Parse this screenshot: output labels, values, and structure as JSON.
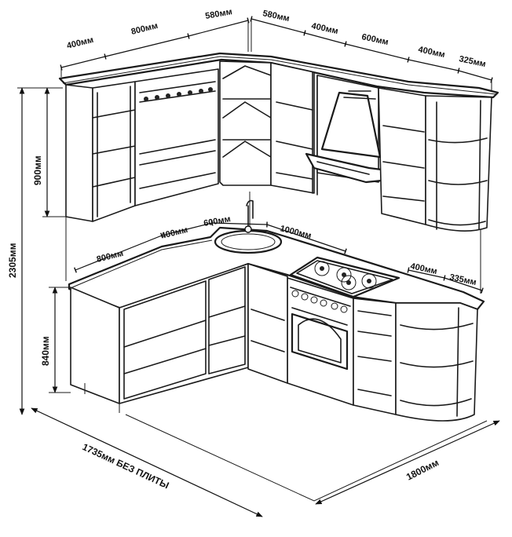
{
  "dimensions": {
    "top_400_left": "400мм",
    "top_800": "800мм",
    "top_580_left": "580мм",
    "top_580_right": "580мм",
    "top_400_mid": "400мм",
    "top_600": "600мм",
    "top_400_right": "400мм",
    "top_325": "325мм",
    "height_900": "900мм",
    "height_2305": "2305мм",
    "height_840": "840мм",
    "counter_800": "800мм",
    "counter_400": "400мм",
    "counter_600": "600мм",
    "counter_1000": "1000мм",
    "counter_400_right": "400мм",
    "counter_335": "335мм",
    "floor_1735": "1735мм БЕЗ ПЛИТЫ",
    "floor_1800": "1800мм"
  }
}
